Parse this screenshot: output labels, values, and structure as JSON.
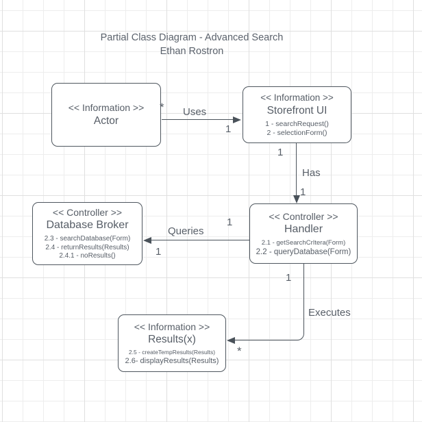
{
  "title": {
    "line1": "Partial Class Diagram - Advanced Search",
    "line2": "Ethan Rostron"
  },
  "colors": {
    "stroke": "#4e565e",
    "text": "#575e67",
    "grid_minor": "#ededed",
    "grid_major": "#dfdfdf",
    "background": "#ffffff"
  },
  "boxes": {
    "actor": {
      "stereotype": "<< Information >>",
      "name": "Actor"
    },
    "storefront": {
      "stereotype": "<< Information >>",
      "name": "Storefront UI",
      "methods": [
        "1 - searchRequest()",
        "2 - selectionForm()"
      ]
    },
    "broker": {
      "stereotype": "<< Controller >>",
      "name": "Database Broker",
      "methods": [
        "2.3 - searchDatabase(Form)",
        "2.4 - returnResults(Results)",
        "2.4.1 -  noResults()"
      ]
    },
    "handler": {
      "stereotype": "<< Controller >>",
      "name": "Handler",
      "methods": [
        "2.1 - getSearchCrItera(Form)",
        "2.2 - queryDatabase(Form)"
      ]
    },
    "results": {
      "stereotype": "<< Information >>",
      "name": "Results(x)",
      "methods": [
        "2.5 - createTempResults(Results)",
        "2.6- displayResults(Results)"
      ]
    }
  },
  "edges": {
    "uses": {
      "label": "Uses",
      "source_mult": "*",
      "target_mult": "1"
    },
    "has": {
      "label": "Has",
      "source_mult": "1",
      "target_mult": "1"
    },
    "queries": {
      "label": "Queries",
      "source_mult": "1",
      "target_mult": "1"
    },
    "executes": {
      "label": "Executes",
      "source_mult": "1",
      "target_mult": "*"
    }
  }
}
